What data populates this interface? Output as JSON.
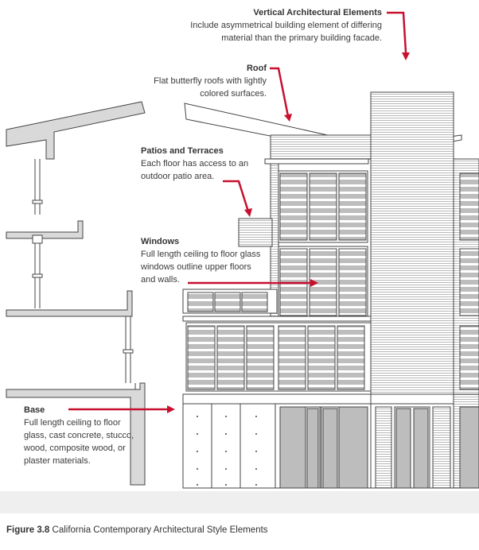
{
  "colors": {
    "arrow": "#c8102e",
    "line": "#444444",
    "fill": "#bdbdbd",
    "wall": "#d9d9d9",
    "ground": "#efefef"
  },
  "annotations": {
    "vertical": {
      "title": "Vertical Architectural Elements",
      "line1": "Include asymmetrical building element of differing",
      "line2": "material than the primary building facade."
    },
    "roof": {
      "title": "Roof",
      "line1": "Flat butterfly roofs with lightly",
      "line2": "colored surfaces."
    },
    "patios": {
      "title": "Patios and Terraces",
      "line1": "Each floor has access to an",
      "line2": "outdoor patio area."
    },
    "windows": {
      "title": "Windows",
      "line1": "Full length ceiling to floor glass",
      "line2": "windows outline upper floors",
      "line3": "and walls."
    },
    "base": {
      "title": "Base",
      "line1": "Full length ceiling to floor",
      "line2": "glass, cast concrete, stucco,",
      "line3": "wood, composite wood, or",
      "line4": "plaster materials."
    }
  },
  "caption": {
    "figure": "Figure 3.8",
    "text": "California Contemporary Architectural Style Elements"
  }
}
